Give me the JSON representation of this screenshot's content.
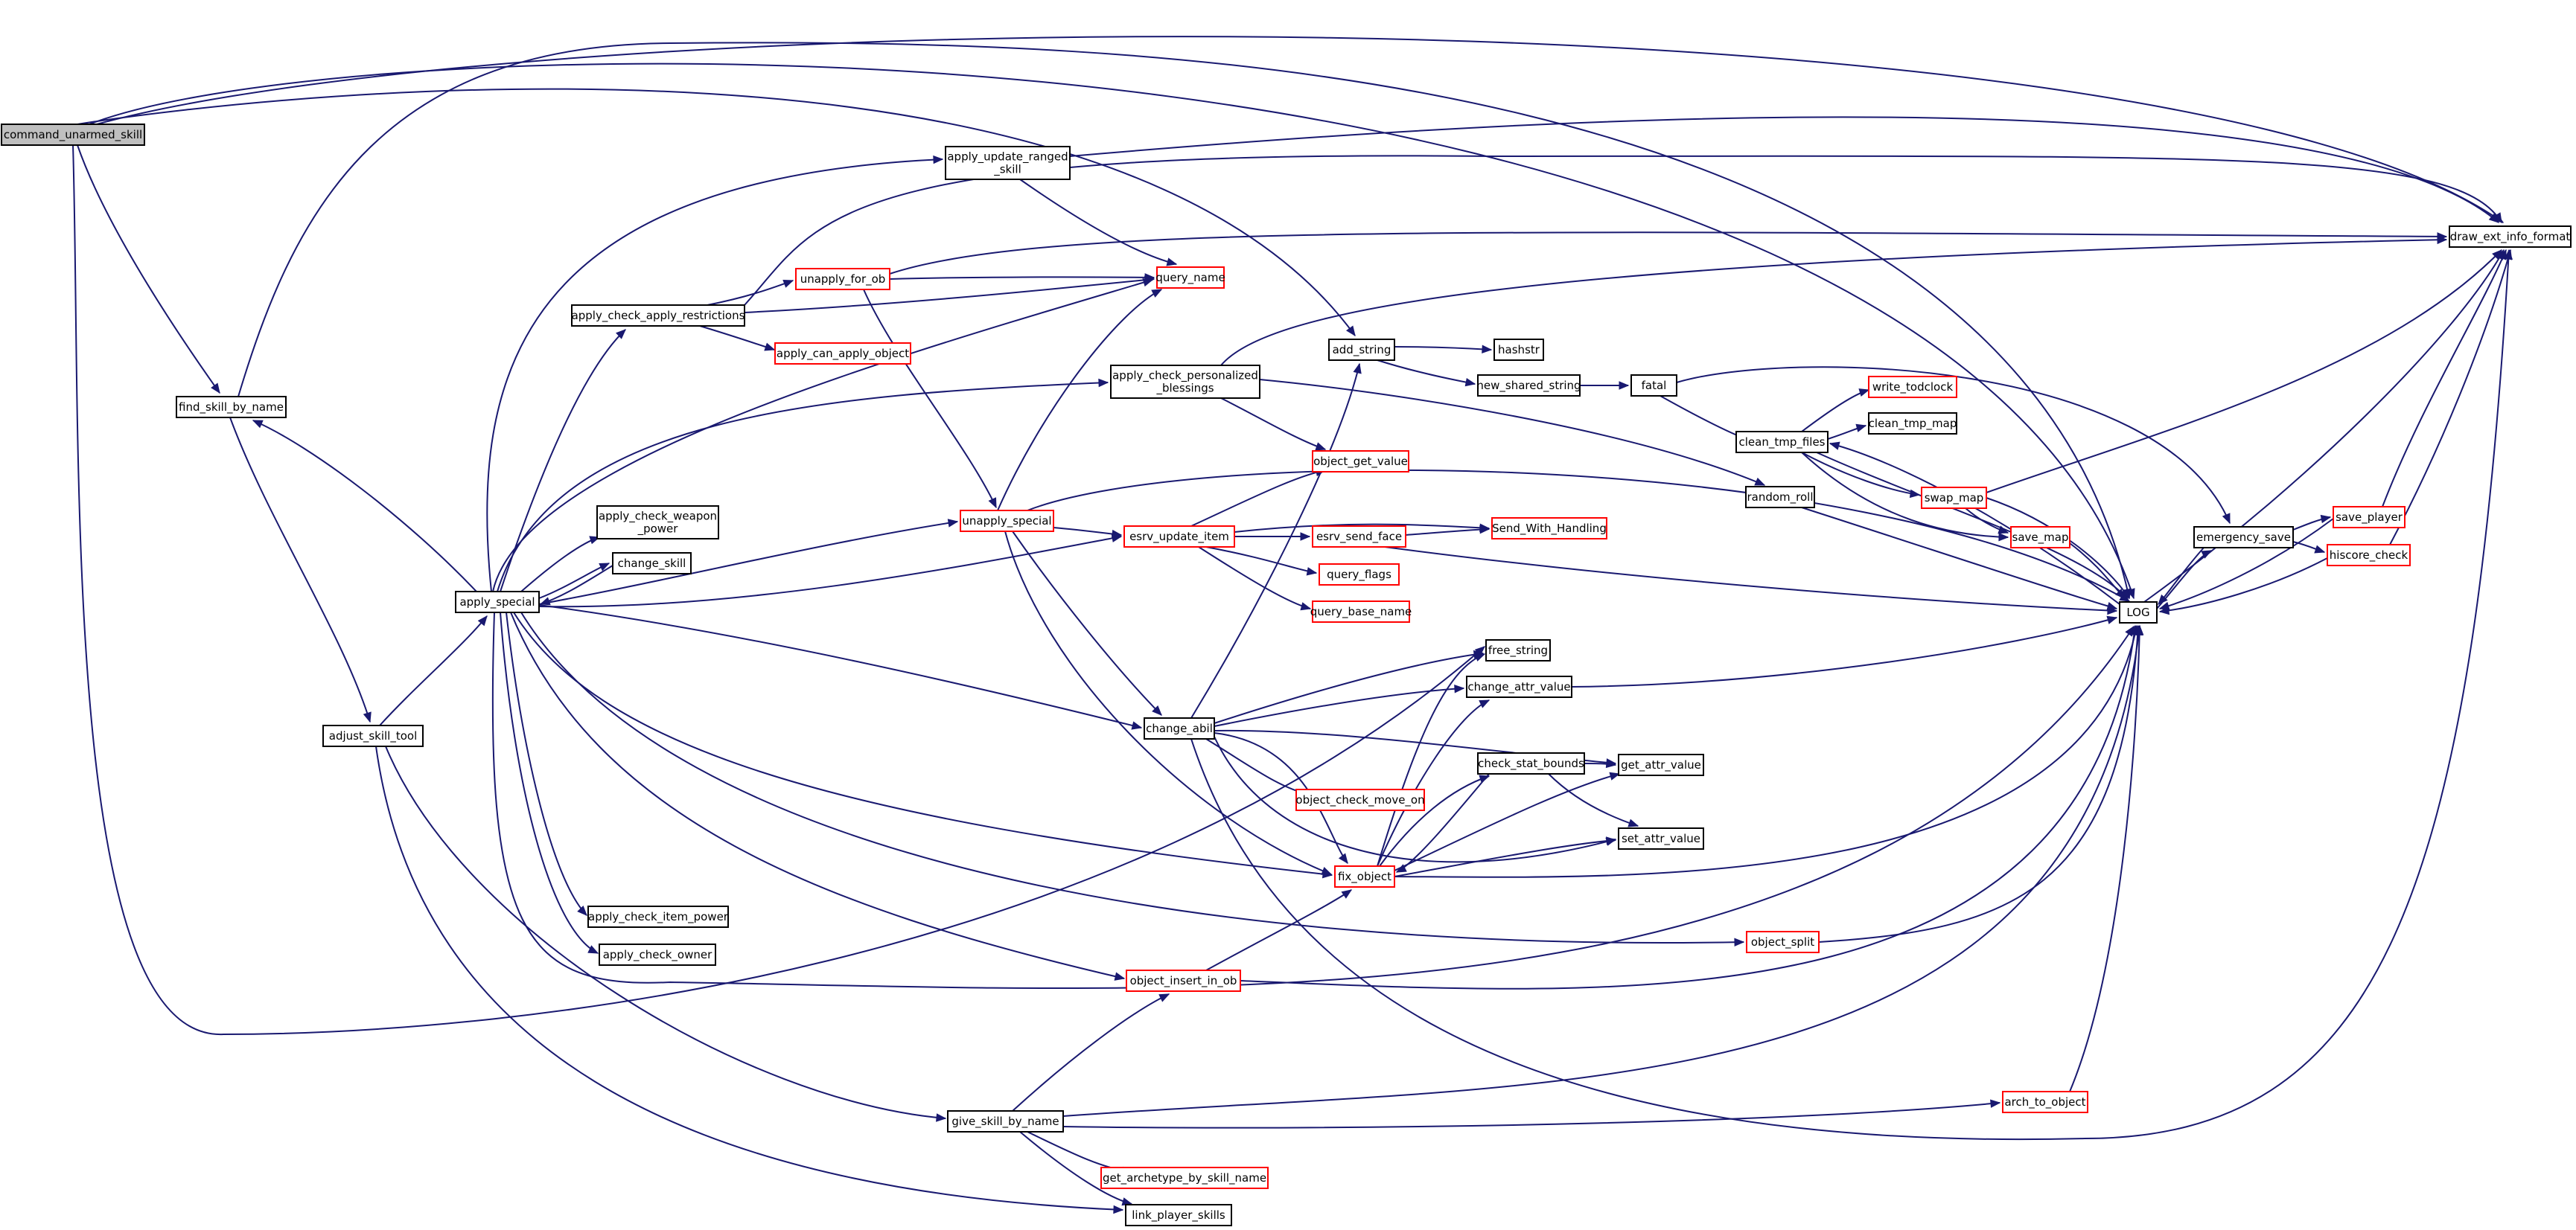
{
  "graph": {
    "colors": {
      "edge": "#191970",
      "normal_border": "#000000",
      "truncated_border": "#ff0000",
      "root_fill": "#bfbfbf"
    },
    "nodes": [
      {
        "id": "command_unarmed_skill",
        "lines": [
          "command_unarmed_skill"
        ],
        "style": "root"
      },
      {
        "id": "find_skill_by_name",
        "lines": [
          "find_skill_by_name"
        ],
        "style": "normal"
      },
      {
        "id": "adjust_skill_tool",
        "lines": [
          "adjust_skill_tool"
        ],
        "style": "normal"
      },
      {
        "id": "apply_special",
        "lines": [
          "apply_special"
        ],
        "style": "normal"
      },
      {
        "id": "apply_update_ranged_skill",
        "lines": [
          "apply_update_ranged",
          "_skill"
        ],
        "style": "normal"
      },
      {
        "id": "apply_check_apply_restrictions",
        "lines": [
          "apply_check_apply_restrictions"
        ],
        "style": "normal"
      },
      {
        "id": "unapply_for_ob",
        "lines": [
          "unapply_for_ob"
        ],
        "style": "trunc"
      },
      {
        "id": "apply_can_apply_object",
        "lines": [
          "apply_can_apply_object"
        ],
        "style": "trunc"
      },
      {
        "id": "query_name",
        "lines": [
          "query_name"
        ],
        "style": "trunc"
      },
      {
        "id": "apply_check_weapon_power",
        "lines": [
          "apply_check_weapon",
          "_power"
        ],
        "style": "normal"
      },
      {
        "id": "change_skill",
        "lines": [
          "change_skill"
        ],
        "style": "normal"
      },
      {
        "id": "unapply_special",
        "lines": [
          "unapply_special"
        ],
        "style": "trunc"
      },
      {
        "id": "apply_check_personalized_blessings",
        "lines": [
          "apply_check_personalized",
          "_blessings"
        ],
        "style": "normal"
      },
      {
        "id": "add_string",
        "lines": [
          "add_string"
        ],
        "style": "normal"
      },
      {
        "id": "hashstr",
        "lines": [
          "hashstr"
        ],
        "style": "normal"
      },
      {
        "id": "new_shared_string",
        "lines": [
          "new_shared_string"
        ],
        "style": "normal"
      },
      {
        "id": "fatal",
        "lines": [
          "fatal"
        ],
        "style": "normal"
      },
      {
        "id": "object_get_value",
        "lines": [
          "object_get_value"
        ],
        "style": "trunc"
      },
      {
        "id": "esrv_update_item",
        "lines": [
          "esrv_update_item"
        ],
        "style": "trunc"
      },
      {
        "id": "esrv_send_face",
        "lines": [
          "esrv_send_face"
        ],
        "style": "trunc"
      },
      {
        "id": "Send_With_Handling",
        "lines": [
          "Send_With_Handling"
        ],
        "style": "trunc"
      },
      {
        "id": "query_flags",
        "lines": [
          "query_flags"
        ],
        "style": "trunc"
      },
      {
        "id": "query_base_name",
        "lines": [
          "query_base_name"
        ],
        "style": "trunc"
      },
      {
        "id": "change_abil",
        "lines": [
          "change_abil"
        ],
        "style": "normal"
      },
      {
        "id": "free_string",
        "lines": [
          "free_string"
        ],
        "style": "normal"
      },
      {
        "id": "change_attr_value",
        "lines": [
          "change_attr_value"
        ],
        "style": "normal"
      },
      {
        "id": "check_stat_bounds",
        "lines": [
          "check_stat_bounds"
        ],
        "style": "normal"
      },
      {
        "id": "get_attr_value",
        "lines": [
          "get_attr_value"
        ],
        "style": "normal"
      },
      {
        "id": "object_check_move_on",
        "lines": [
          "object_check_move_on"
        ],
        "style": "trunc"
      },
      {
        "id": "set_attr_value",
        "lines": [
          "set_attr_value"
        ],
        "style": "normal"
      },
      {
        "id": "fix_object",
        "lines": [
          "fix_object"
        ],
        "style": "trunc"
      },
      {
        "id": "apply_check_item_power",
        "lines": [
          "apply_check_item_power"
        ],
        "style": "normal"
      },
      {
        "id": "apply_check_owner",
        "lines": [
          "apply_check_owner"
        ],
        "style": "normal"
      },
      {
        "id": "object_insert_in_ob",
        "lines": [
          "object_insert_in_ob"
        ],
        "style": "trunc"
      },
      {
        "id": "object_split",
        "lines": [
          "object_split"
        ],
        "style": "trunc"
      },
      {
        "id": "give_skill_by_name",
        "lines": [
          "give_skill_by_name"
        ],
        "style": "normal"
      },
      {
        "id": "get_archetype_by_skill_name",
        "lines": [
          "get_archetype_by_skill_name"
        ],
        "style": "trunc"
      },
      {
        "id": "link_player_skills",
        "lines": [
          "link_player_skills"
        ],
        "style": "normal"
      },
      {
        "id": "clean_tmp_files",
        "lines": [
          "clean_tmp_files"
        ],
        "style": "normal"
      },
      {
        "id": "write_todclock",
        "lines": [
          "write_todclock"
        ],
        "style": "trunc"
      },
      {
        "id": "clean_tmp_map",
        "lines": [
          "clean_tmp_map"
        ],
        "style": "normal"
      },
      {
        "id": "swap_map",
        "lines": [
          "swap_map"
        ],
        "style": "trunc"
      },
      {
        "id": "save_map",
        "lines": [
          "save_map"
        ],
        "style": "trunc"
      },
      {
        "id": "random_roll",
        "lines": [
          "random_roll"
        ],
        "style": "normal"
      },
      {
        "id": "emergency_save",
        "lines": [
          "emergency_save"
        ],
        "style": "normal"
      },
      {
        "id": "save_player",
        "lines": [
          "save_player"
        ],
        "style": "trunc"
      },
      {
        "id": "hiscore_check",
        "lines": [
          "hiscore_check"
        ],
        "style": "trunc"
      },
      {
        "id": "LOG",
        "lines": [
          "LOG"
        ],
        "style": "normal"
      },
      {
        "id": "arch_to_object",
        "lines": [
          "arch_to_object"
        ],
        "style": "trunc"
      },
      {
        "id": "draw_ext_info_format",
        "lines": [
          "draw_ext_info_format"
        ],
        "style": "normal"
      }
    ]
  }
}
